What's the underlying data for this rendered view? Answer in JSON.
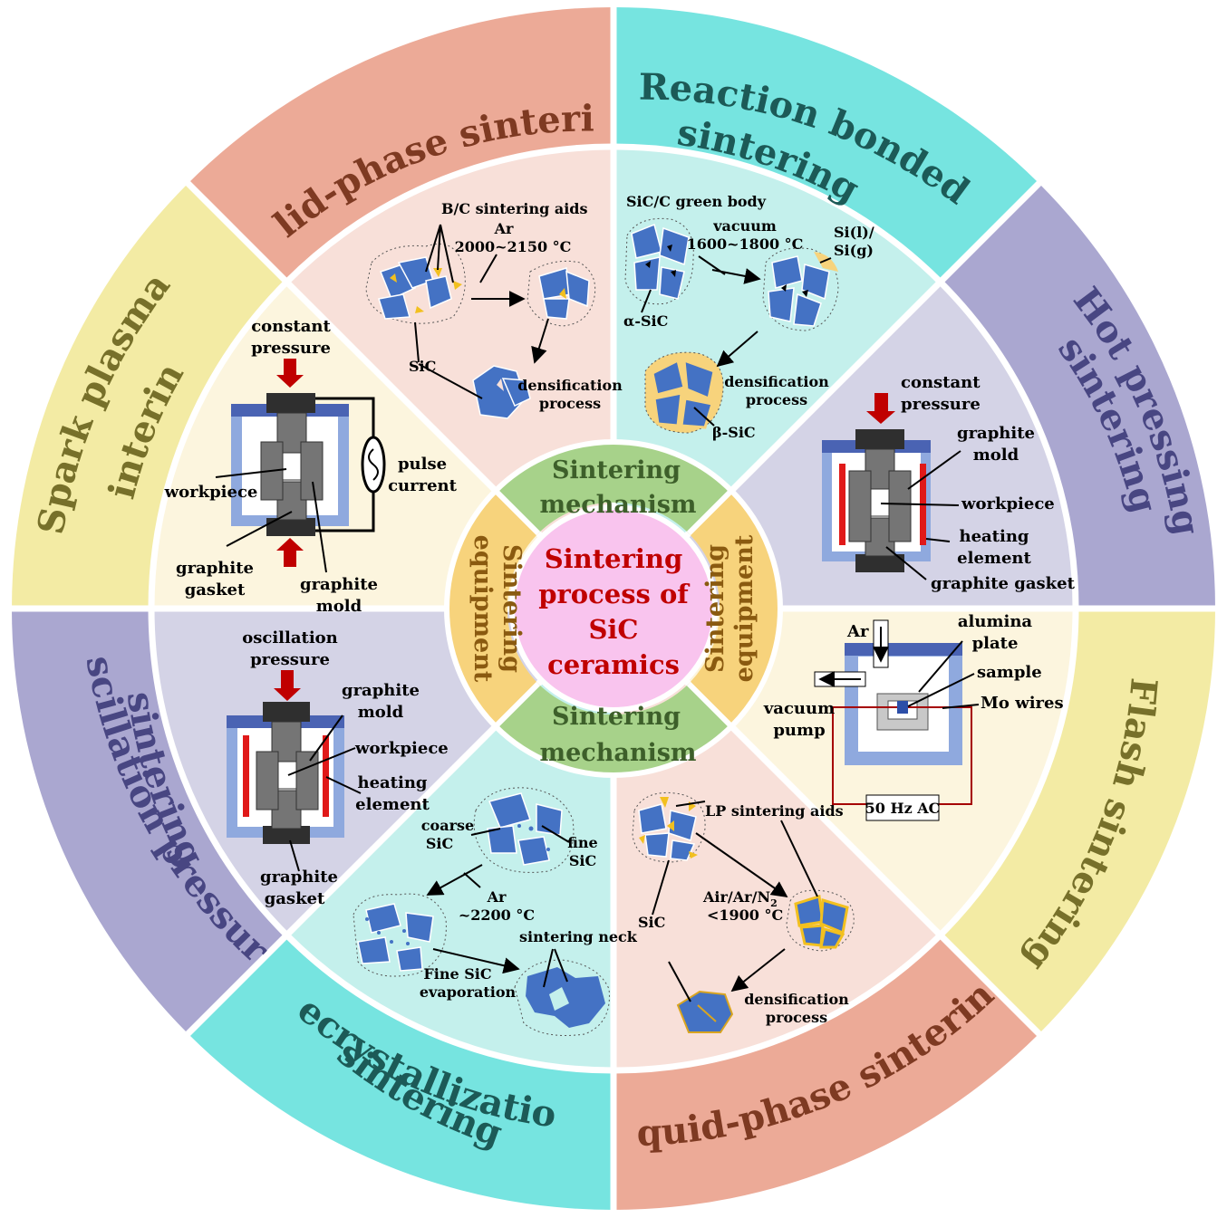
{
  "center": {
    "lines": [
      "Sintering",
      "process of",
      "SiC",
      "ceramics"
    ]
  },
  "inner_ring": {
    "top": [
      "Sintering",
      "mechanism"
    ],
    "bottom": [
      "Sintering",
      "mechanism"
    ],
    "left": [
      "Sintering",
      "equipment"
    ],
    "right": [
      "Sintering",
      "equipment"
    ]
  },
  "outer": {
    "solid": [
      "Solid-phase sintering"
    ],
    "reaction": [
      "Reaction bonded",
      "sintering"
    ],
    "hot": [
      "Hot pressing",
      "sintering"
    ],
    "flash": [
      "Flash sintering"
    ],
    "liquid": [
      "Liquid-phase sintering"
    ],
    "recryst": [
      "Recrystallization",
      "sintering"
    ],
    "oscill": [
      "Oscillation pressure",
      "sintering"
    ],
    "spark": [
      "Spark plasma",
      "sintering"
    ]
  },
  "solid_panel": {
    "aids": "B/C sintering aids",
    "gas": "Ar",
    "temp": "2000~2150 °C",
    "sic": "SiC",
    "dens1": "densification",
    "dens2": "process"
  },
  "reaction_panel": {
    "green": "SiC/C green body",
    "vac": "vacuum",
    "temp": "1600~1800 °C",
    "si1": "Si(l)/",
    "si2": "Si(g)",
    "alpha": "α-SiC",
    "beta": "β-SiC",
    "dens1": "densification",
    "dens2": "process"
  },
  "hot_panel": {
    "press1": "constant",
    "press2": "pressure",
    "mold1": "graphite",
    "mold2": "mold",
    "work": "workpiece",
    "heat1": "heating",
    "heat2": "element",
    "gasket": "graphite gasket"
  },
  "flash_panel": {
    "ar": "Ar",
    "alumina1": "alumina",
    "alumina2": "plate",
    "sample": "sample",
    "mo": "Mo wires",
    "vac1": "vacuum",
    "vac2": "pump",
    "ac": "50 Hz AC"
  },
  "liquid_panel": {
    "aids": "LP sintering aids",
    "sic": "SiC",
    "gas": "Air/Ar/N",
    "gas_sub": "2",
    "temp": "<1900 °C",
    "dens1": "densification",
    "dens2": "process"
  },
  "recryst_panel": {
    "coarse1": "coarse",
    "coarse2": "SiC",
    "fine1": "fine",
    "fine2": "SiC",
    "gas": "Ar",
    "temp": "~2200 °C",
    "neck": "sintering neck",
    "evap1": "Fine SiC",
    "evap2": "evaporation"
  },
  "oscill_panel": {
    "press1": "oscillation",
    "press2": "pressure",
    "mold1": "graphite",
    "mold2": "mold",
    "work": "workpiece",
    "heat1": "heating",
    "heat2": "element",
    "gasket1": "graphite",
    "gasket2": "gasket"
  },
  "spark_panel": {
    "press1": "constant",
    "press2": "pressure",
    "pulse1": "pulse",
    "pulse2": "current",
    "work": "workpiece",
    "gasket1": "graphite",
    "gasket2": "gasket",
    "mold1": "graphite",
    "mold2": "mold"
  },
  "colors": {
    "salmon_outer": "#ecaa97",
    "salmon_inner": "#f8e0d9",
    "cyan_outer": "#76e4e0",
    "cyan_inner": "#c4f0ec",
    "purple_outer": "#aaa7d0",
    "purple_inner": "#d4d3e6",
    "yellow_outer": "#f3eba4",
    "yellow_inner": "#fcf5de",
    "green_ring": "#a7d28a",
    "orange_ring": "#f7d37c",
    "center": "#f9c4ee",
    "grain": "#4472c4",
    "title_text": "#7e3a22",
    "center_text": "#c00000"
  }
}
